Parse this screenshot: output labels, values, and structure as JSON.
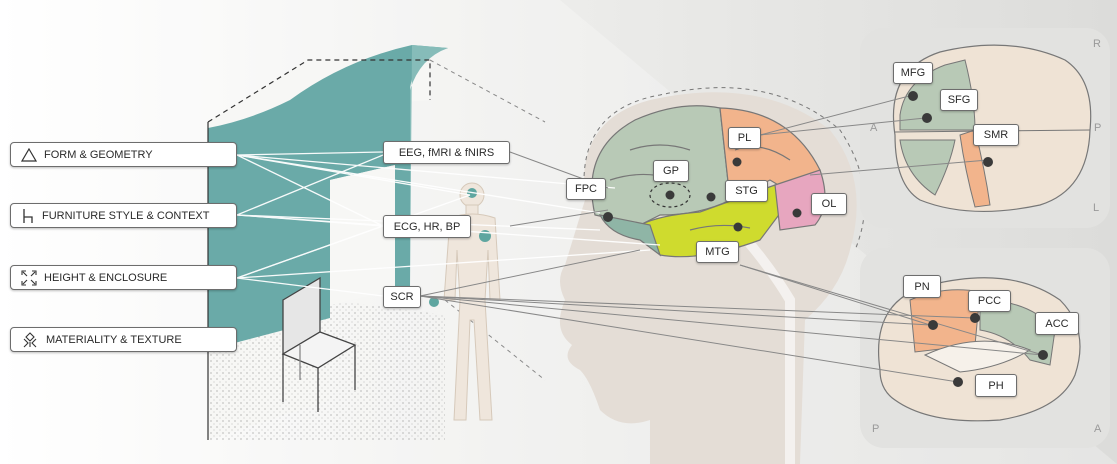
{
  "categories": [
    {
      "label": "FORM & GEOMETRY",
      "icon": "triangle-icon"
    },
    {
      "label": "FURNITURE STYLE & CONTEXT",
      "icon": "chair-icon"
    },
    {
      "label": "HEIGHT & ENCLOSURE",
      "icon": "expand-arrows-icon"
    },
    {
      "label": "MATERIALITY & TEXTURE",
      "icon": "texture-arrows-icon"
    }
  ],
  "measures": {
    "brain_imaging": "EEG, fMRI & fNIRS",
    "cardiac": "ECG, HR, BP",
    "skin": "SCR"
  },
  "regions": {
    "FPC": "FPC",
    "GP": "GP",
    "PL": "PL",
    "STG": "STG",
    "MTG": "MTG",
    "OL": "OL",
    "MFG": "MFG",
    "SFG": "SFG",
    "SMR": "SMR",
    "PN": "PN",
    "PCC": "PCC",
    "ACC": "ACC",
    "PH": "PH"
  },
  "orientation": {
    "top_R": "R",
    "top_A": "A",
    "top_P": "P",
    "top_L": "L",
    "bottom_P": "P",
    "bottom_A": "A"
  },
  "colors": {
    "wall": "#6aaaa8",
    "frontal": "#b8c9b6",
    "parietal": "#f2b48c",
    "temporal": "#cfdb2e",
    "occipital": "#e7a6bf",
    "cortex": "#efe3d5",
    "dot": "#3a3a3a"
  }
}
